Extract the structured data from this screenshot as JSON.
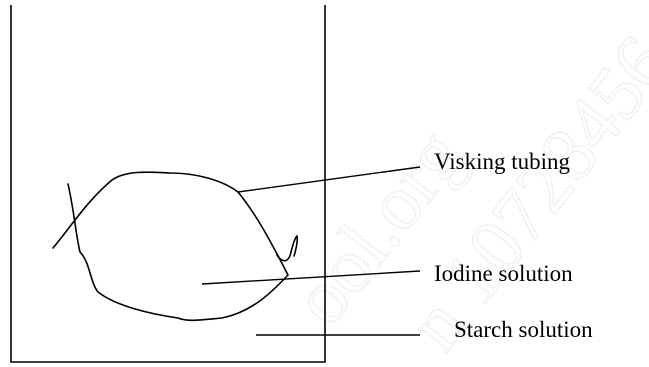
{
  "diagram": {
    "labels": {
      "visking_tubing": "Visking tubing",
      "iodine_solution": "Iodine solution",
      "starch_solution": "Starch solution"
    },
    "colors": {
      "ink": "#000000",
      "background": "#ffffff",
      "watermark": "#f2f2f2"
    }
  },
  "watermark": {
    "text_1": "ool.org",
    "text_2": "n 10728456"
  }
}
